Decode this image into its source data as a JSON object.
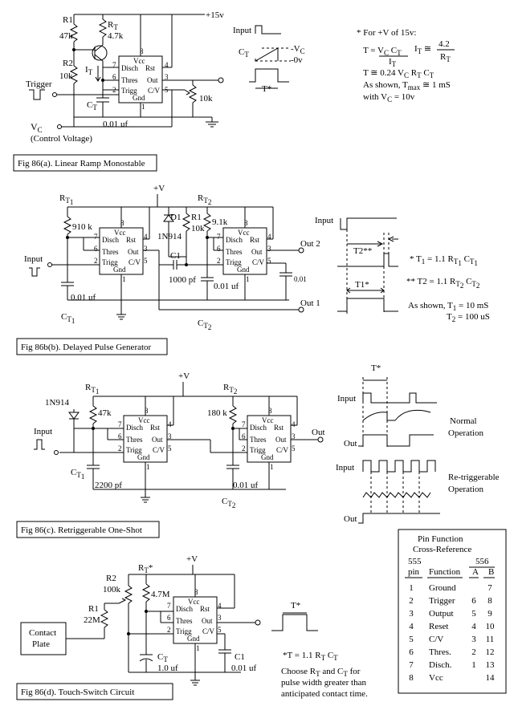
{
  "supply_15v": "+15v",
  "supply_v": "+V",
  "ic": {
    "vcc": "Vcc",
    "disch": "Disch",
    "rst": "Rst",
    "thres": "Thres",
    "out": "Out",
    "trigg": "Trigg",
    "cv": "C/V",
    "gnd": "Gnd",
    "p1": "1",
    "p2": "2",
    "p3": "3",
    "p4": "4",
    "p5": "5",
    "p6": "6",
    "p7": "7",
    "p8": "8"
  },
  "fig_a": {
    "caption": "Fig 86(a).   Linear Ramp Monostable",
    "r1": "R1",
    "r1_val": "47k",
    "r2": "R2",
    "r2_val": "10k",
    "rt": "R",
    "rt_sub": "T",
    "rt_val": "4.7k",
    "it": "I",
    "it_sub": "T",
    "trigger": "Trigger",
    "ct": "C",
    "ct_sub": "T",
    "ct_val": "0.01 uf",
    "vc": "V",
    "vc_sub": "C",
    "control": "(Control Voltage)",
    "pot": "10k",
    "wave_input": "Input",
    "wave_ct": "C",
    "wave_ct_sub": "T",
    "wave_vc": "-V",
    "wave_vc_sub": "C",
    "wave_0v": "-0v",
    "wave_t": "T*",
    "note1": "* For +V of 15v:",
    "eq1a": "T = ",
    "eq1b": "V",
    "eq1b_sub": "C",
    "eq1c": " C",
    "eq1c_sub": "T",
    "eq1d": "I",
    "eq1d_sub": "T",
    "eq2a": "I",
    "eq2a_sub": "T",
    "eq2b": " ≅ ",
    "eq2c": "4.2",
    "eq2d": "R",
    "eq2d_sub": "T",
    "eq3": "T ≅ 0.24 V",
    "eq3_s1": "C",
    "eq3_b": " R",
    "eq3_s2": "T",
    "eq3_c": " C",
    "eq3_s3": "T",
    "note2": "As shown, T",
    "note2_sub": "max",
    "note2_b": " ≅ 1 mS",
    "note3": "with V",
    "note3_sub": "C",
    "note3_b": " = 10v"
  },
  "fig_b": {
    "caption": "Fig 86b(b).   Delayed Pulse Generator",
    "rt1": "R",
    "rt1_sub": "T",
    "rt1_n": "1",
    "rt1_val": "910 k",
    "d1": "D1",
    "d1_type": "1N914",
    "r1": "R1",
    "r1_val": "10k",
    "rt2": "R",
    "rt2_sub": "T",
    "rt2_n": "2",
    "rt2_val": "9.1k",
    "input": "Input",
    "c1": "C1",
    "c1_val": "1000 pf",
    "ct1_val": "0.01 uf",
    "ct1": "C",
    "ct1_sub": "T",
    "ct1_n": "1",
    "ct2_val": "0.01 uf",
    "c_cv": "0.01",
    "ct2": "C",
    "ct2_sub": "T",
    "ct2_n": "2",
    "out2": "Out 2",
    "out1": "Out 1",
    "wave_input": "Input",
    "wave_t2": "T2**",
    "wave_t1": "T1*",
    "eqa": "* T",
    "eqa_n": "1",
    "eqa_b": " = 1.1 R",
    "eqa_s1": "T",
    "eqa_s1n": "1",
    "eqa_c": " C",
    "eqa_s2": "T",
    "eqa_s2n": "1",
    "eqb": "** T2 = 1.1 R",
    "eqb_s1": "T",
    "eqb_s1n": "2",
    "eqb_c": " C",
    "eqb_s2": "T",
    "eqb_s2n": "2",
    "asshown": "As shown, T",
    "as_n1": "1",
    "as_b": " = 10 mS",
    "as_t2": "T",
    "as_n2": "2",
    "as_c": " = 100 uS"
  },
  "fig_c": {
    "caption": "Fig 86(c).   Retriggerable One-Shot",
    "diode": "1N914",
    "rt1": "R",
    "rt1_sub": "T",
    "rt1_n": "1",
    "r47": "47k",
    "rt2": "R",
    "rt2_sub": "T",
    "rt2_n": "2",
    "r180": "180 k",
    "input": "Input",
    "out": "Out",
    "ct1": "C",
    "ct1_sub": "T",
    "ct1_n": "1",
    "ct1_val": "2200 pf",
    "ct2_val": "0.01 uf",
    "ct2": "C",
    "ct2_sub": "T",
    "ct2_n": "2",
    "wave_t": "T*",
    "w_in": "Input",
    "w_out": "Out",
    "w_in2": "Input",
    "w_out2": "Out",
    "normal1": "Normal",
    "normal2": "Operation",
    "retrig1": "Re-triggerable",
    "retrig2": "Operation"
  },
  "fig_d": {
    "caption": "Fig 86(d).   Touch-Switch Circuit",
    "rt": "R",
    "rt_sub": "T",
    "rt_star": "*",
    "r2": "R2",
    "r2_val": "100k",
    "r47": "4.7M",
    "r1": "R1",
    "r1_val": "22M",
    "contact1": "Contact",
    "contact2": "Plate",
    "ct": "C",
    "ct_sub": "T",
    "ct_val": "1.0 uf",
    "c1": "C1",
    "c1_val": "0.01 uf",
    "wave_t": "T*",
    "eq": "*T = 1.1 R",
    "eq_s1": "T",
    "eq_b": "  C",
    "eq_s2": "T",
    "note1a": "Choose R",
    "note1_s1": "T",
    "note1_b": " and C",
    "note1_s2": "T",
    "note1_c": "  for",
    "note2": "pulse width greater than",
    "note3": "anticipated contact time."
  },
  "pin_table": {
    "title1": "Pin Function",
    "title2": "Cross-Reference",
    "h555a": "555",
    "h555b": "pin",
    "h_func": "Function",
    "h556": "556",
    "h_a": "A",
    "h_b": "B",
    "rows": [
      {
        "pin": "1",
        "func": "Ground",
        "a": "",
        "b": "7"
      },
      {
        "pin": "2",
        "func": "Trigger",
        "a": "6",
        "b": "8"
      },
      {
        "pin": "3",
        "func": "Output",
        "a": "5",
        "b": "9"
      },
      {
        "pin": "4",
        "func": "Reset",
        "a": "4",
        "b": "10"
      },
      {
        "pin": "5",
        "func": "C/V",
        "a": "3",
        "b": "11"
      },
      {
        "pin": "6",
        "func": "Thres.",
        "a": "2",
        "b": "12"
      },
      {
        "pin": "7",
        "func": "Disch.",
        "a": "1",
        "b": "13"
      },
      {
        "pin": "8",
        "func": "Vcc",
        "a": "",
        "b": "14"
      }
    ]
  }
}
